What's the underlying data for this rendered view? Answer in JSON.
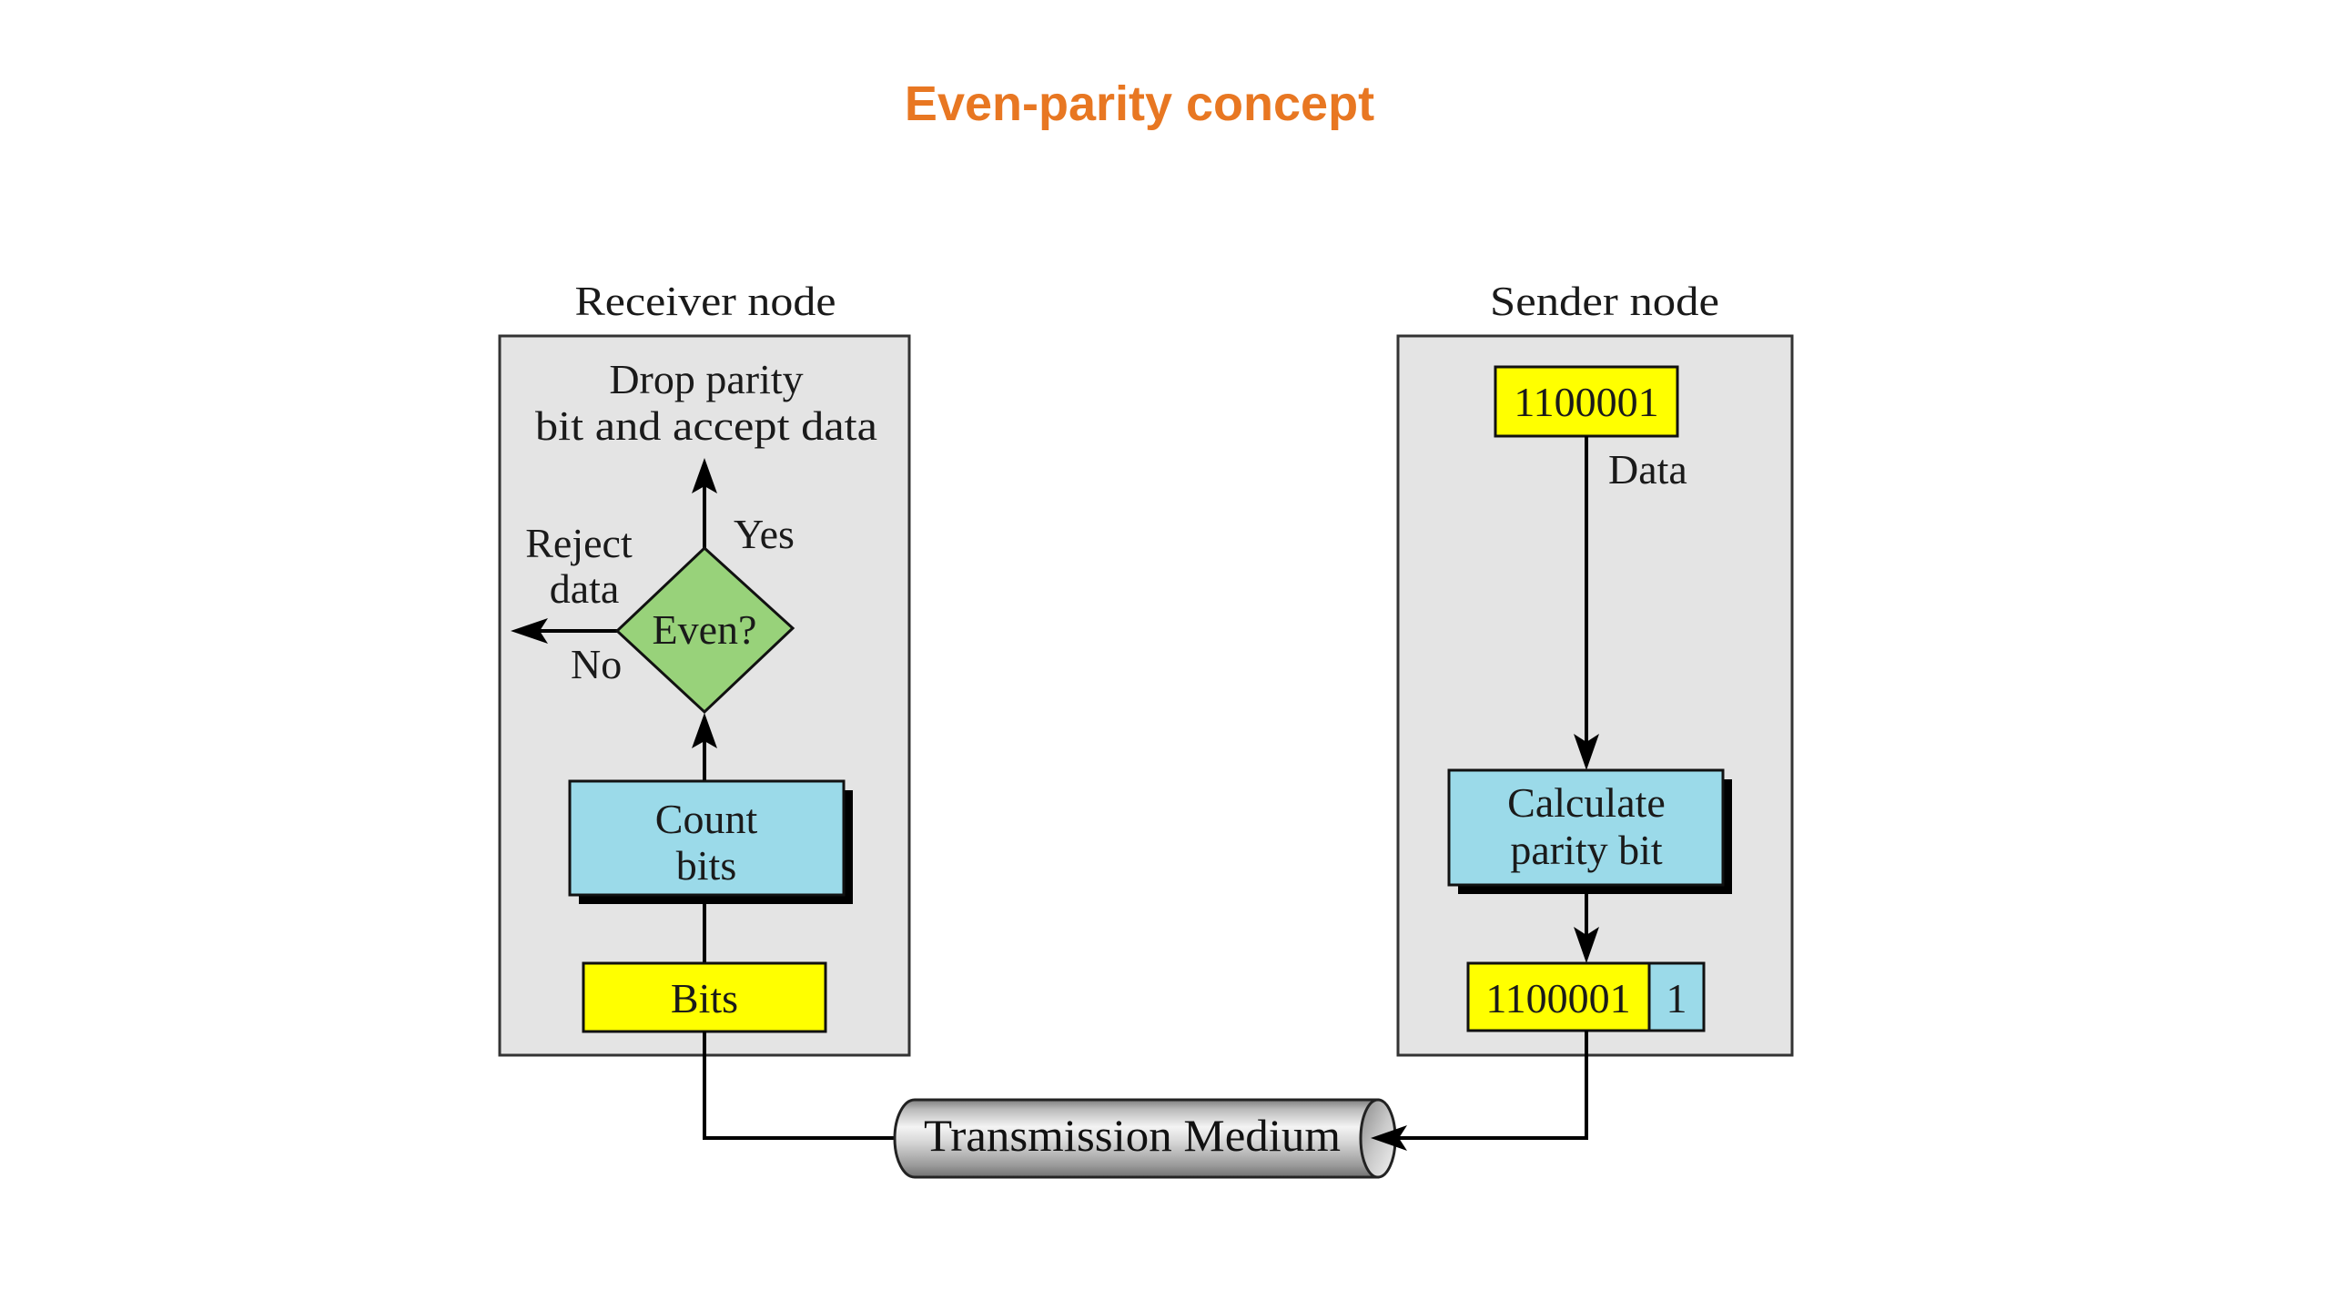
{
  "title": "Even-parity concept",
  "colors": {
    "title": "#E87722",
    "node_bg": "#E4E4E4",
    "process_fill": "#9BDAE9",
    "data_fill": "#FFFF00",
    "decision_fill": "#98D27A",
    "shadow": "#000000",
    "medium_light": "#F2F2F2",
    "medium_dark": "#8E8E8E"
  },
  "receiver": {
    "label": "Receiver node",
    "accept_line1": "Drop parity",
    "accept_line2": "bit and accept data",
    "yes_label": "Yes",
    "reject_line1": "Reject",
    "reject_line2": "data",
    "no_label": "No",
    "decision": "Even?",
    "count_line1": "Count",
    "count_line2": "bits",
    "input_box": "Bits"
  },
  "sender": {
    "label": "Sender node",
    "data_value": "1100001",
    "data_label": "Data",
    "calc_line1": "Calculate",
    "calc_line2": "parity bit",
    "output_data": "1100001",
    "output_parity": "1"
  },
  "medium": {
    "label": "Transmission Medium"
  }
}
